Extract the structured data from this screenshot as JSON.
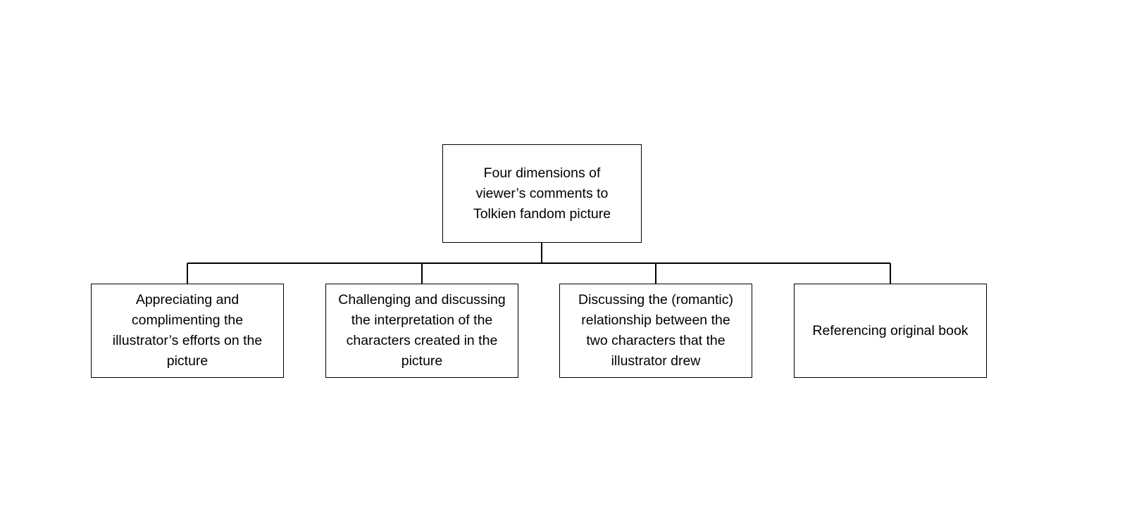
{
  "diagram": {
    "title": "Four dimensions of viewer’s comments to Tolkien fandom picture",
    "root": {
      "label": "Four dimensions of\nviewer’s comments to\nTolkien fandom picture"
    },
    "children": [
      {
        "label": "Appreciating and\ncomplimenting the\nillustrator’s efforts on the\npicture"
      },
      {
        "label": "Challenging and discussing\nthe interpretation of the\ncharacters created in the\npicture"
      },
      {
        "label": "Discussing the (romantic)\nrelationship between the\ntwo characters that the\nillustrator drew"
      },
      {
        "label": "Referencing original book"
      }
    ],
    "colors": {
      "background": "#ffffff",
      "box_border": "#000000",
      "connector_line": "#000000",
      "text": "#000000"
    }
  }
}
